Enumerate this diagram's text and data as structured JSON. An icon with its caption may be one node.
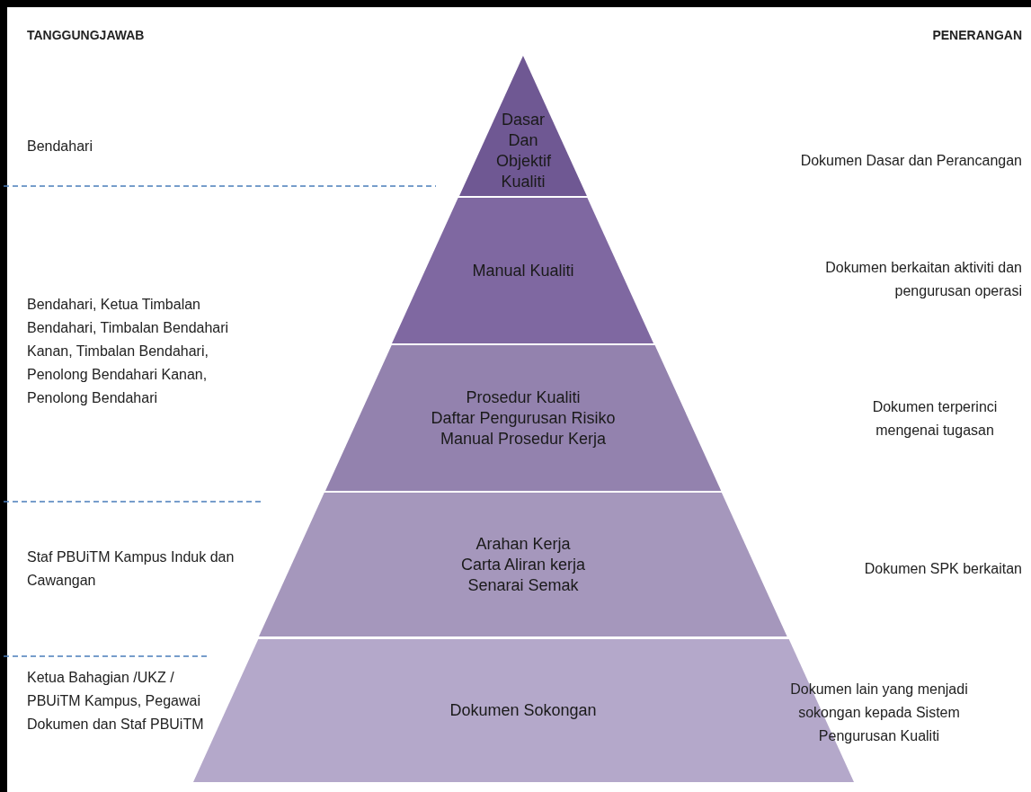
{
  "diagram": {
    "nodes": [
      {
        "text": [
          "Dasar Dan Objektif Kualiti"
        ]
      },
      {
        "text": [
          "Manual Kualiti"
        ]
      },
      {
        "text": [
          "Prosedur Kualiti",
          "Daftar Pengurusan Risiko",
          "Manual Prosedur Kerja"
        ]
      },
      {
        "text": [
          "Arahan Kerja",
          "Carta Aliran kerja",
          "Senarai Semak"
        ]
      },
      {
        "text": [
          "Dokumen Sokongan"
        ]
      }
    ],
    "edges": [],
    "labels": [
      "TANGGUNGJAWAB",
      "PENERANGAN",
      "Bendahari",
      "Dokumen Dasar dan Perancangan",
      "Dokumen berkaitan aktiviti dan pengurusan operasi",
      "Bendahari, Ketua Timbalan Bendahari, Timbalan Bendahari Kanan, Timbalan Bendahari, Penolong Bendahari Kanan, Penolong Bendahari",
      "Dokumen terperinci mengenai tugasan",
      "Staf PBUiTM Kampus Induk dan Cawangan",
      "Dokumen SPK berkaitan",
      "Ketua Bahagian /UKZ / PBUiTM Kampus, Pegawai Dokumen dan Staf PBUiTM",
      "Dokumen lain yang menjadi sokongan kepada Sistem Pengurusan Kualiti"
    ]
  }
}
